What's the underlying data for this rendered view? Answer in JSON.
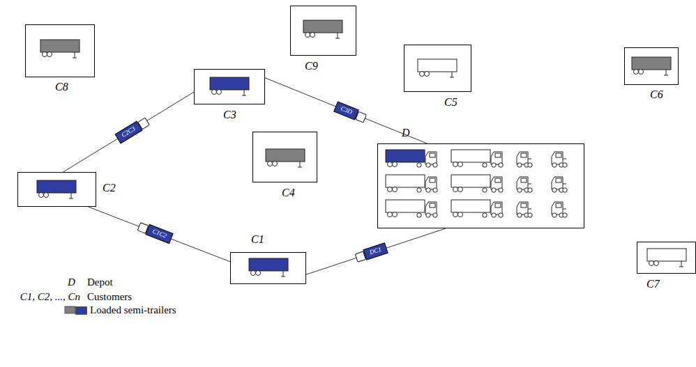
{
  "diagram": {
    "nodes": [
      {
        "text": [
          "C8"
        ]
      },
      {
        "text": [
          "C9"
        ]
      },
      {
        "text": [
          "C5"
        ]
      },
      {
        "text": [
          "C6"
        ]
      },
      {
        "text": [
          "C3"
        ]
      },
      {
        "text": [
          "C2"
        ]
      },
      {
        "text": [
          "C4"
        ]
      },
      {
        "text": [
          "D"
        ]
      },
      {
        "text": [
          "C1"
        ]
      },
      {
        "text": [
          "C7"
        ]
      }
    ],
    "edges": [
      {
        "from": 7,
        "to": 8,
        "label": "DC1",
        "arrow": "none"
      },
      {
        "from": 8,
        "to": 5,
        "label": "C1C2",
        "arrow": "none"
      },
      {
        "from": 5,
        "to": 4,
        "label": "C2C3",
        "arrow": "none"
      },
      {
        "from": 4,
        "to": 7,
        "label": "C3D",
        "arrow": "none"
      }
    ],
    "labels": [
      "D",
      "Depot",
      "C1, C2, ..., Cn",
      "Customers"
    ],
    "legend": [
      {
        "text": "Loaded semi-trailers",
        "color": "#2e3d9f"
      }
    ]
  }
}
